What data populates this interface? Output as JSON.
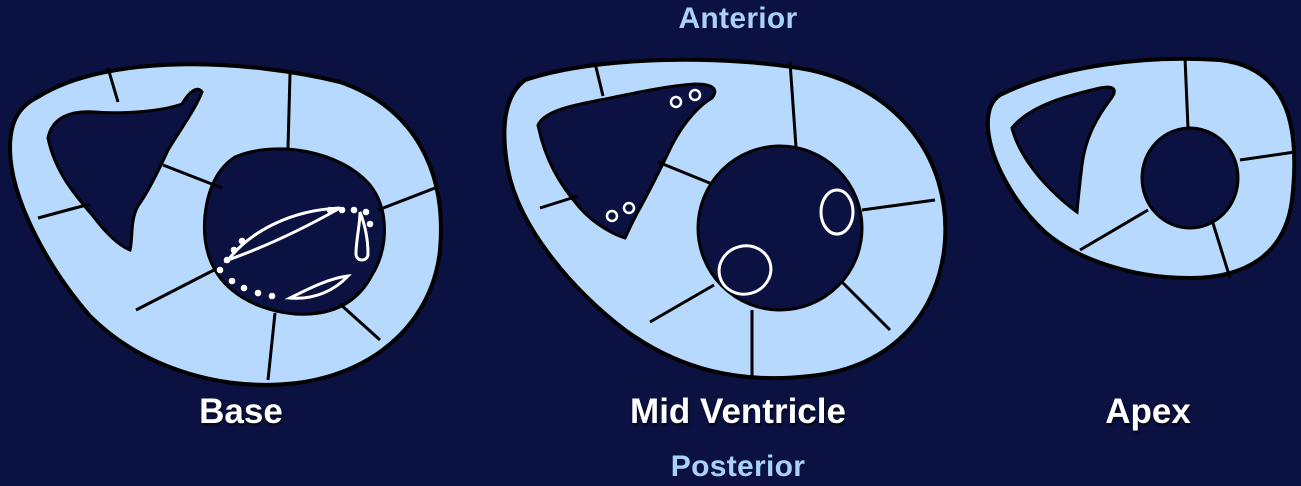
{
  "orientation": {
    "top_label": "Anterior",
    "bottom_label": "Posterior"
  },
  "slices": [
    {
      "label": "Base"
    },
    {
      "label": "Mid Ventricle"
    },
    {
      "label": "Apex"
    }
  ],
  "colors": {
    "background": "#0b1140",
    "myocardium_fill": "#b6d9fd",
    "outline": "#000000",
    "valve_marks": "#ffffff",
    "orientation_text": "#a9d1fb",
    "slice_label_text": "#ffffff"
  }
}
